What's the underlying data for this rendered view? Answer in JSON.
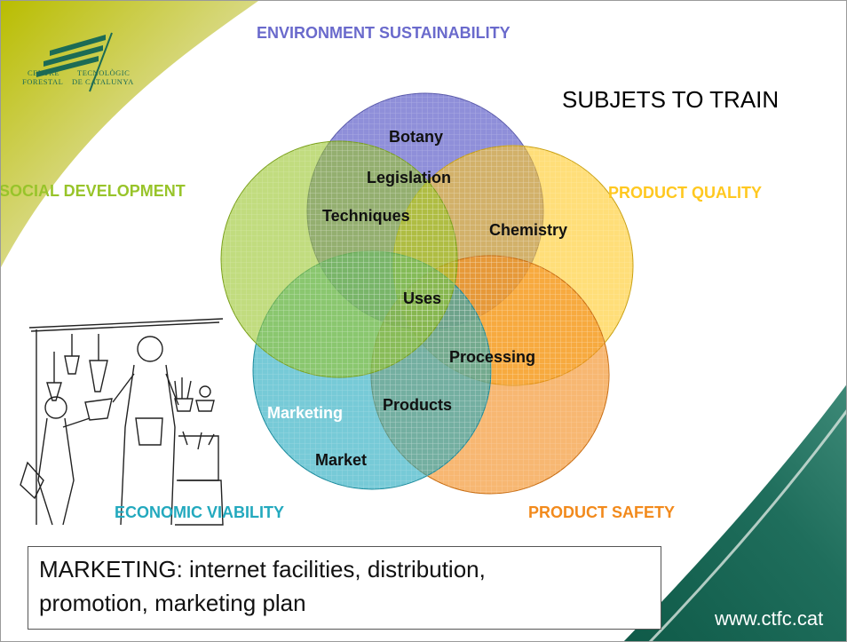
{
  "title": "SUBJETS TO TRAIN",
  "logo": {
    "line1_left": "CENTRE",
    "line1_right": "TECNOLÒGIC",
    "line2_left": "FORESTAL",
    "line2_right": "DE CATALUNYA"
  },
  "themes": {
    "environment": "ENVIRONMENT SUSTAINABILITY",
    "social": "SOCIAL DEVELOPMENT",
    "quality": "PRODUCT QUALITY",
    "economic": "ECONOMIC VIABILITY",
    "safety": "PRODUCT SAFETY"
  },
  "subjects": {
    "botany": "Botany",
    "legislation": "Legislation",
    "techniques": "Techniques",
    "chemistry": "Chemistry",
    "uses": "Uses",
    "processing": "Processing",
    "marketing": "Marketing",
    "products": "Products",
    "market": "Market"
  },
  "info_box": {
    "line1": "MARKETING: internet facilities, distribution,",
    "line2": "promotion, marketing plan"
  },
  "website": "www.ctfc.cat",
  "colors": {
    "environment": "#6a6acc",
    "social": "#98c42a",
    "quality": "#ffc820",
    "economic": "#23a9be",
    "safety": "#f28a1c",
    "accent_green": "#b5b800",
    "dark_teal": "#1a6050"
  }
}
